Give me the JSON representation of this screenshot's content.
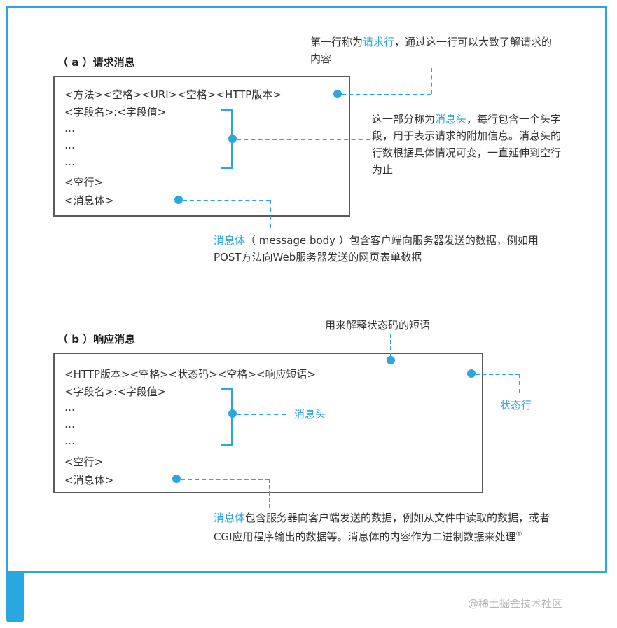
{
  "section_a": {
    "label": "（ a ）请求消息",
    "lines": {
      "request_line": "<方法><空格><URI><空格><HTTP版本>",
      "header_field": "<字段名>:<字段值>",
      "ellipsis1": "…",
      "ellipsis2": "…",
      "ellipsis3": "…",
      "blank_line": "<空行>",
      "body": "<消息体>"
    },
    "notes": {
      "request_line_pre": "第一行称为",
      "request_line_term": "请求行",
      "request_line_post": "，通过这一行可以大致了解请求的内容",
      "headers_pre": "这一部分称为",
      "headers_term": "消息头",
      "headers_post": "，每行包含一个头字段，用于表示请求的附加信息。消息头的行数根据具体情况可变，一直延伸到空行为止",
      "body_term": "消息体",
      "body_post": "（ message body ）包含客户端向服务器发送的数据，例如用POST方法向Web服务器发送的网页表单数据"
    }
  },
  "section_b": {
    "label": "（ b ）响应消息",
    "lines": {
      "status_line": "<HTTP版本><空格><状态码><空格><响应短语>",
      "header_field": "<字段名>:<字段值>",
      "ellipsis1": "…",
      "ellipsis2": "…",
      "ellipsis3": "…",
      "blank_line": "<空行>",
      "body": "<消息体>"
    },
    "notes": {
      "phrase": "用来解释状态码的短语",
      "status_line": "状态行",
      "headers": "消息头",
      "body_term": "消息体",
      "body_post": "包含服务器向客户端发送的数据，例如从文件中读取的数据，或者CGI应用程序输出的数据等。消息体的内容作为二进制数据来处理",
      "footnote": "①"
    }
  },
  "watermark": "@稀土掘金技术社区",
  "colors": {
    "accent": "#2aa7e0",
    "box_border": "#5a5a5a",
    "text": "#333333"
  }
}
